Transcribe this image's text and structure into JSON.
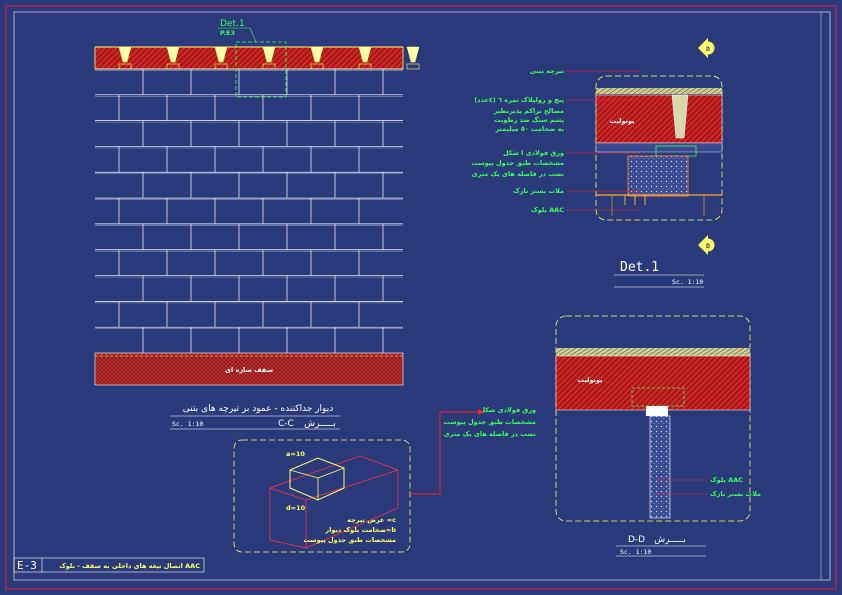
{
  "sheet": {
    "code": "E-3",
    "title_block": "اتصال تیغه های داخلی به سقف - بلوک AAC"
  },
  "section_cc": {
    "title": "دیوار جداکننده - عمود بر تیرچه های بتنی",
    "section_label": "C-C",
    "section_word": "بـــــرش",
    "scale": "Sc. 1:10",
    "slab_label": "سقف سازه ای",
    "det_callout": "Det.1",
    "det_sheet": "P.E3"
  },
  "det1": {
    "title": "Det.1",
    "scale": "Sc. 1:10",
    "marker": "D",
    "fill_label": "یونولیت",
    "labels": [
      "تیرچه بتنی",
      "پیچ و رولپلاک نمره ٦ (٤عدد)",
      "مصالح تراکم پذیرنظیر",
      "پشم سنگ ضد رطوبت",
      "به ضخامت ٥٠ میلیمتر",
      "ورق فولادی ا شکل",
      "مشخصات طبق جدول پیوست",
      "نصب در فاصله های یک متری",
      "ملات بستر نازک",
      "بلوک AAC"
    ]
  },
  "section_dd": {
    "section_label": "D-D",
    "section_word": "بـــــرش",
    "scale": "Sc. 1:10",
    "fill_label": "یونولیت",
    "labels": [
      "ورق فولادی  شکل",
      "مشخصات طبق جدول پیوست",
      "نصب در فاصله های یک متری",
      "بلوک AAC",
      "ملات بستر نازک"
    ]
  },
  "iso": {
    "dim_top": "a=10",
    "dim_bottom": "d=10",
    "notes": [
      "عرض تیرچه =c",
      "ضخامت بلوک دیوار=b",
      "مشخصات طبق جدول پیوست"
    ]
  },
  "colors": {
    "background": "#2b3a7a",
    "frame": "#cc2244",
    "brick": "#ffffff",
    "slab": "#b01818",
    "dashed": "#ffff66",
    "label": "#39ff5a",
    "leader": "#ff2222"
  }
}
